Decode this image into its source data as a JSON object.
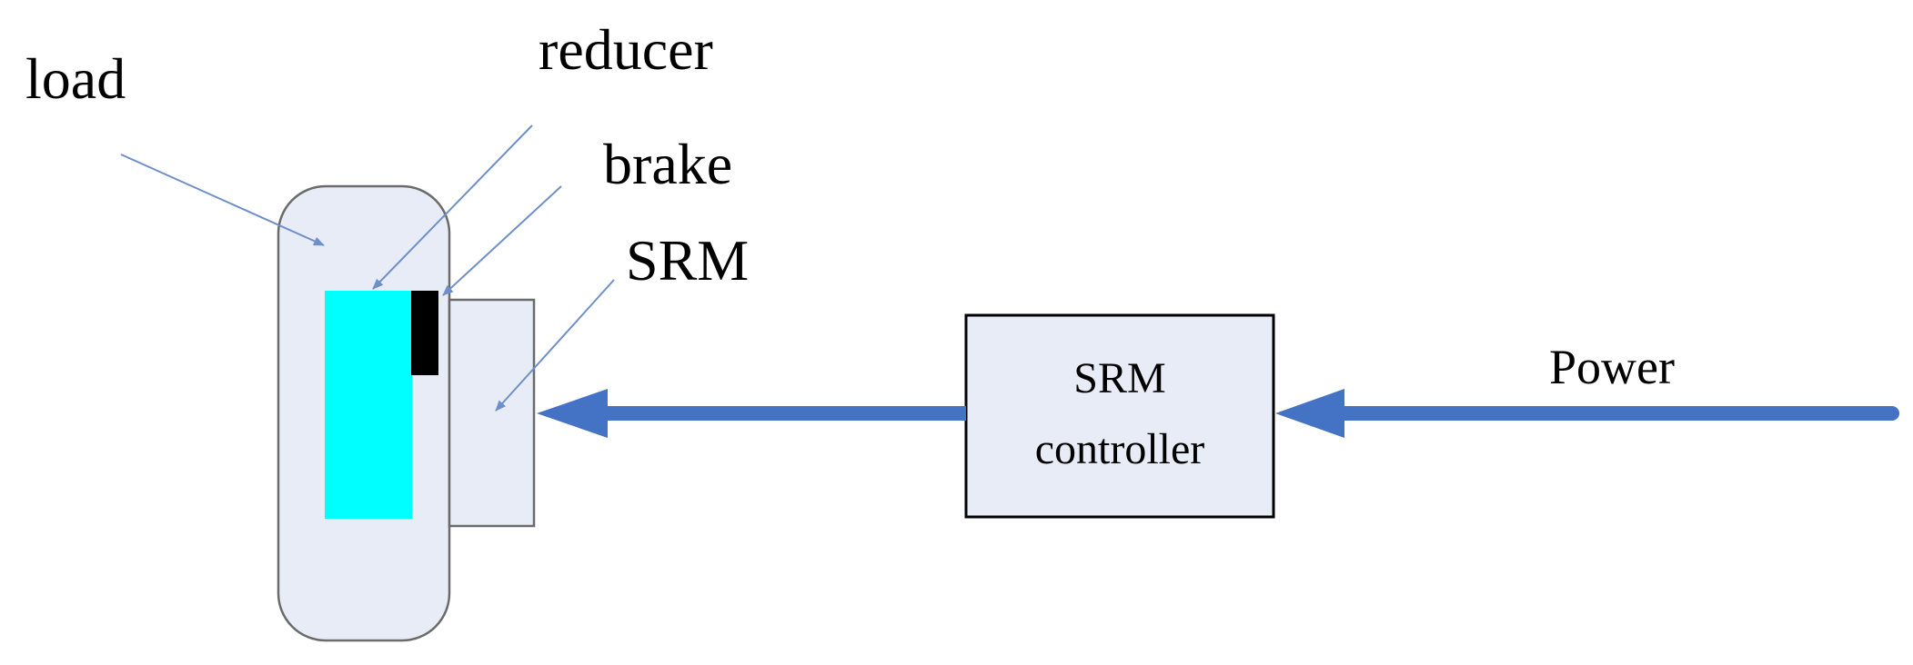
{
  "labels": {
    "load": "load",
    "reducer": "reducer",
    "brake": "brake",
    "srm": "SRM",
    "power": "Power"
  },
  "controller": {
    "line1": "SRM",
    "line2": "controller"
  },
  "colors": {
    "load_fill": "#e7ecf7",
    "reducer_fill": "#00ffff",
    "brake_fill": "#000000",
    "srm_fill": "#e7ecf7",
    "controller_fill": "#e7ecf7",
    "arrow": "#4472c4",
    "leader": "#6e8fc9"
  }
}
